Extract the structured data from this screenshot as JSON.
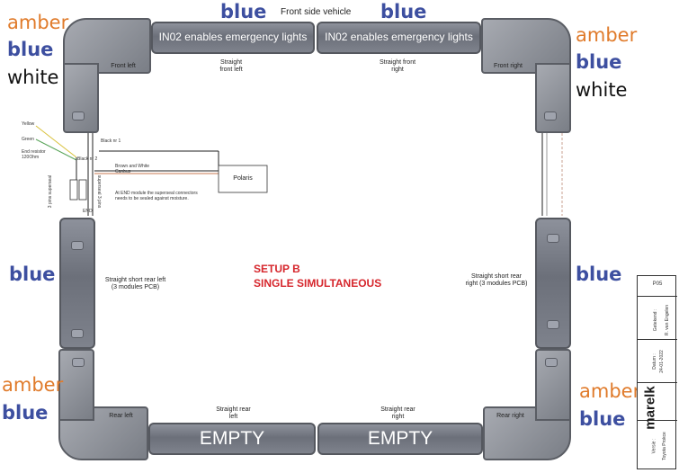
{
  "top_title": "Front side vehicle",
  "top_colors": [
    "blue",
    "blue"
  ],
  "front_bar_left_text": "IN02 enables emergency lights",
  "front_bar_right_text": "IN02 enables emergency lights",
  "left_front_colors": [
    "amber",
    "blue",
    "white"
  ],
  "right_front_colors": [
    "amber",
    "blue",
    "white"
  ],
  "left_mid_color": "blue",
  "right_mid_color": "blue",
  "left_rear_colors": [
    "amber",
    "blue"
  ],
  "right_rear_colors": [
    "amber",
    "blue"
  ],
  "labels": {
    "front_left": "Front left",
    "straight_front_left": "Straight\nfront left",
    "straight_front_right": "Straight front\nright",
    "front_right": "Front right",
    "short_rear_left": "Straight short rear left\n(3 modules PCB)",
    "short_rear_right": "Straight short rear\nright (3 modules PCB)",
    "rear_left": "Rear left",
    "straight_rear_left": "Straight rear\nleft",
    "straight_rear_right": "Straight rear\nright",
    "rear_right": "Rear right"
  },
  "setup": [
    "SETUP B",
    "SINGLE SIMULTANEOUS"
  ],
  "rear_bar_left_text": "EMPTY",
  "rear_bar_right_text": "EMPTY",
  "wiring": {
    "polaris": "Polaris",
    "yellow": "Yellow",
    "green": "Green",
    "resistor": "End resistor\n120Ohm",
    "black1": "Black nr 1",
    "black2": "Black nr 2",
    "brown_white": "Brown and White\nCanbus",
    "note": "At END module the superseal connectors\nneeds to be sealed against moisture.",
    "conn_a": "3 pins superseal",
    "conn_b": "superseal 3 pins",
    "conn_c": "END"
  },
  "title_block": {
    "logo": "marelk",
    "made_by_label": "Getekend :",
    "made_by": "R. van Engelen",
    "date_label": "Datum :",
    "date": "24-01-2022",
    "version_label": "Versie :",
    "version": "Toyota Prokce",
    "page": "P05"
  }
}
